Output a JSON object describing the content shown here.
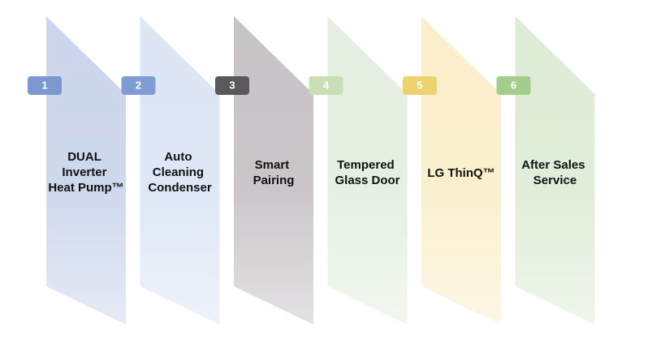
{
  "diagram": {
    "styles": {
      "badge_text_color": "#ffffff",
      "label_color": "#111111",
      "background_color": "#ffffff"
    },
    "items": [
      {
        "number": "1",
        "lines": [
          "DUAL",
          "Inverter",
          "Heat Pump™"
        ],
        "panel_color": "#ccd6ec",
        "badge_color": "#7b99d0"
      },
      {
        "number": "2",
        "lines": [
          "Auto",
          "Cleaning",
          "Condenser"
        ],
        "panel_color": "#dce6f5",
        "badge_color": "#7f9dd4"
      },
      {
        "number": "3",
        "lines": [
          "Smart",
          "Pairing"
        ],
        "panel_color": "#c7c3c6",
        "badge_color": "#59585a"
      },
      {
        "number": "4",
        "lines": [
          "Tempered",
          "Glass Door"
        ],
        "panel_color": "#e5efe1",
        "badge_color": "#c9dfb6"
      },
      {
        "number": "5",
        "lines": [
          "LG ThinQ™"
        ],
        "panel_color": "#fbefcc",
        "badge_color": "#eed26e"
      },
      {
        "number": "6",
        "lines": [
          "After Sales",
          "Service"
        ],
        "panel_color": "#dfecd6",
        "badge_color": "#a4cc8b"
      }
    ]
  }
}
